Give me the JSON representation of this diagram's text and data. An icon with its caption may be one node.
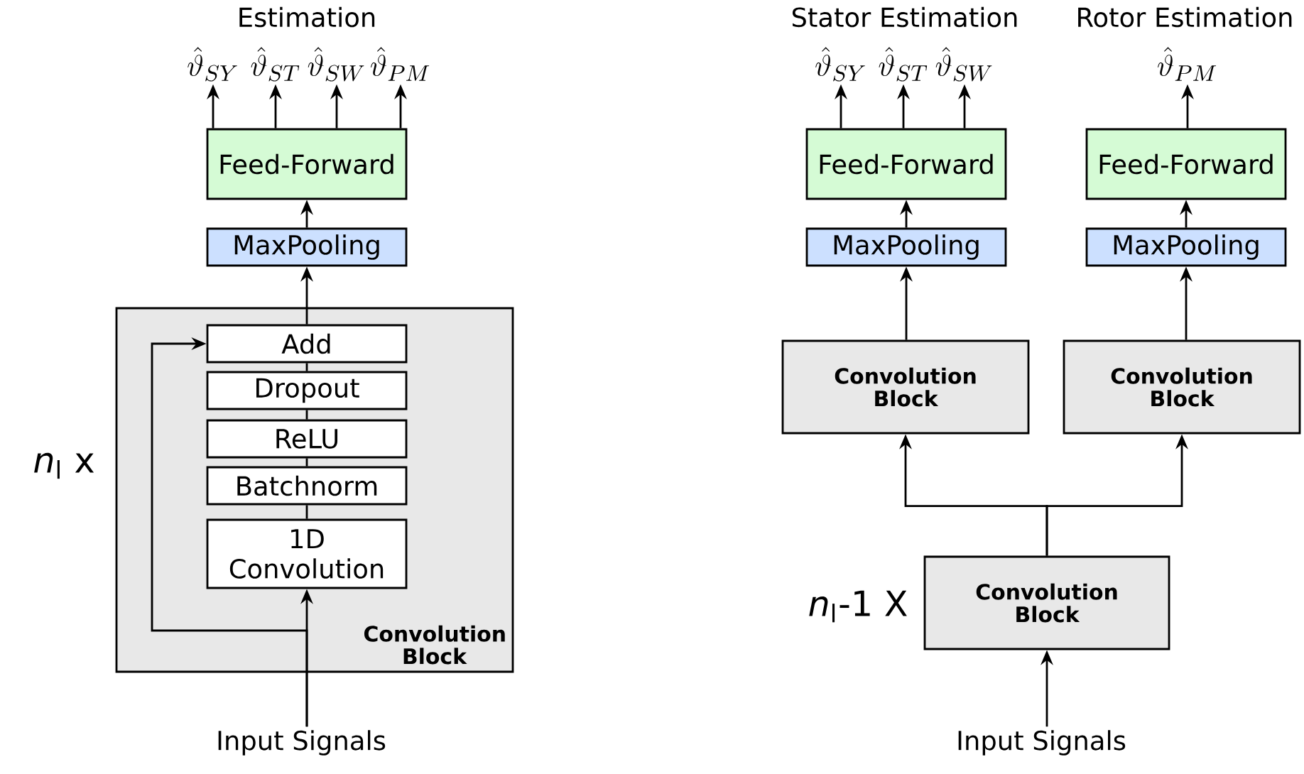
{
  "diagram": {
    "nodes": [
      {
        "text": [
          "\\hat{\\vartheta}_{SY}"
        ]
      },
      {
        "text": [
          "\\hat{\\vartheta}_{ST}"
        ]
      },
      {
        "text": [
          "\\hat{\\vartheta}_{SW}"
        ]
      },
      {
        "text": [
          "\\hat{\\vartheta}_{PM}"
        ]
      },
      {
        "text": [
          "Feed-Forward"
        ]
      },
      {
        "text": [
          "MaxPooling"
        ]
      },
      {
        "text": [
          "Convolution Block"
        ],
        "beside": [
          "*n*$_{l}$ x"
        ]
      },
      {
        "text": [
          "Add"
        ],
        "in": 6
      },
      {
        "text": [
          "Dropout"
        ],
        "in": 6
      },
      {
        "text": [
          "ReLU"
        ],
        "in": 6
      },
      {
        "text": [
          "Batchnorm"
        ],
        "in": 6
      },
      {
        "text": [
          "1D Convolution"
        ],
        "in": 6
      },
      {
        "text": [
          "Input Signals"
        ]
      },
      {
        "text": [
          "\\hat{\\vartheta}_{SY}"
        ]
      },
      {
        "text": [
          "\\hat{\\vartheta}_{ST}"
        ]
      },
      {
        "text": [
          "\\hat{\\vartheta}_{SW}"
        ]
      },
      {
        "text": [
          "\\hat{\\vartheta}_{PM}"
        ]
      },
      {
        "text": [
          "Feed-Forward"
        ]
      },
      {
        "text": [
          "Feed-Forward"
        ]
      },
      {
        "text": [
          "MaxPooling"
        ]
      },
      {
        "text": [
          "MaxPooling"
        ]
      },
      {
        "text": [
          "Convolution Block"
        ]
      },
      {
        "text": [
          "Convolution Block"
        ]
      },
      {
        "text": [
          "Convolution Block"
        ],
        "beside": [
          "*n*$_{l}$-1 X"
        ]
      },
      {
        "text": [
          "Input Signals"
        ]
      }
    ],
    "edges": [
      {
        "from": 4,
        "to": 0,
        "arrow": "to"
      },
      {
        "from": 4,
        "to": 1,
        "arrow": "to"
      },
      {
        "from": 4,
        "to": 2,
        "arrow": "to"
      },
      {
        "from": 4,
        "to": 3,
        "arrow": "to"
      },
      {
        "from": 5,
        "to": 4,
        "arrow": "to"
      },
      {
        "from": 7,
        "to": 5,
        "arrow": "to"
      },
      {
        "from": 8,
        "to": 7,
        "arrow": "none"
      },
      {
        "from": 9,
        "to": 8,
        "arrow": "none"
      },
      {
        "from": 10,
        "to": 9,
        "arrow": "none"
      },
      {
        "from": 11,
        "to": 10,
        "arrow": "none"
      },
      {
        "from": 12,
        "to": 11,
        "arrow": "to"
      },
      {
        "from": 12,
        "to": 7,
        "arrow": "to"
      },
      {
        "from": 17,
        "to": 13,
        "arrow": "to"
      },
      {
        "from": 17,
        "to": 14,
        "arrow": "to"
      },
      {
        "from": 17,
        "to": 15,
        "arrow": "to"
      },
      {
        "from": 18,
        "to": 16,
        "arrow": "to"
      },
      {
        "from": 19,
        "to": 17,
        "arrow": "to"
      },
      {
        "from": 20,
        "to": 18,
        "arrow": "to"
      },
      {
        "from": 21,
        "to": 19,
        "arrow": "to"
      },
      {
        "from": 22,
        "to": 20,
        "arrow": "to"
      },
      {
        "from": 23,
        "to": 21,
        "arrow": "to"
      },
      {
        "from": 23,
        "to": 22,
        "arrow": "to"
      },
      {
        "from": 24,
        "to": 23,
        "arrow": "to"
      }
    ],
    "labels": [
      "Estimation",
      "Stator Estimation",
      "Rotor Estimation"
    ]
  }
}
